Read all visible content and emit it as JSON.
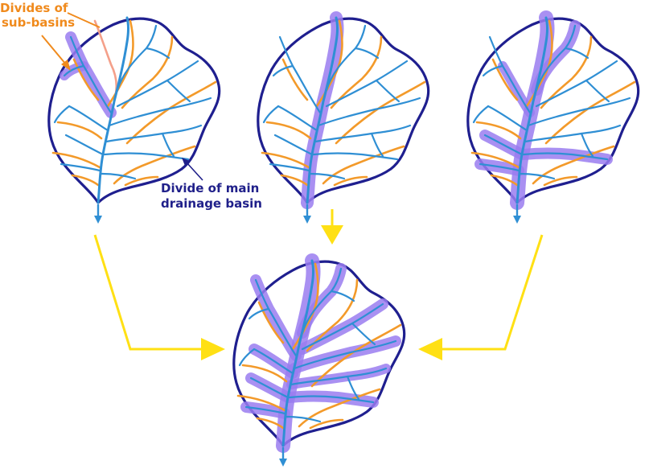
{
  "labels": {
    "sub_basin_divides": [
      "Divides of",
      "sub-basins"
    ],
    "main_divide": [
      "Divide of main",
      "drainage basin"
    ]
  },
  "colors": {
    "basin_outline": "#1f1f8f",
    "sub_basin_divide": "#f39a2a",
    "river": "#2f8fd4",
    "saturated_area": "#9a7cf0",
    "flow_arrow": "#ffe014",
    "label_orange": "#f08a1c",
    "label_blue": "#20208a"
  },
  "panels": [
    {
      "id": "basin-1",
      "saturated_extent": "single sub-basin"
    },
    {
      "id": "basin-2",
      "saturated_extent": "main channel"
    },
    {
      "id": "basin-3",
      "saturated_extent": "main channel and lower tributaries"
    },
    {
      "id": "basin-combined",
      "saturated_extent": "entire network"
    }
  ]
}
